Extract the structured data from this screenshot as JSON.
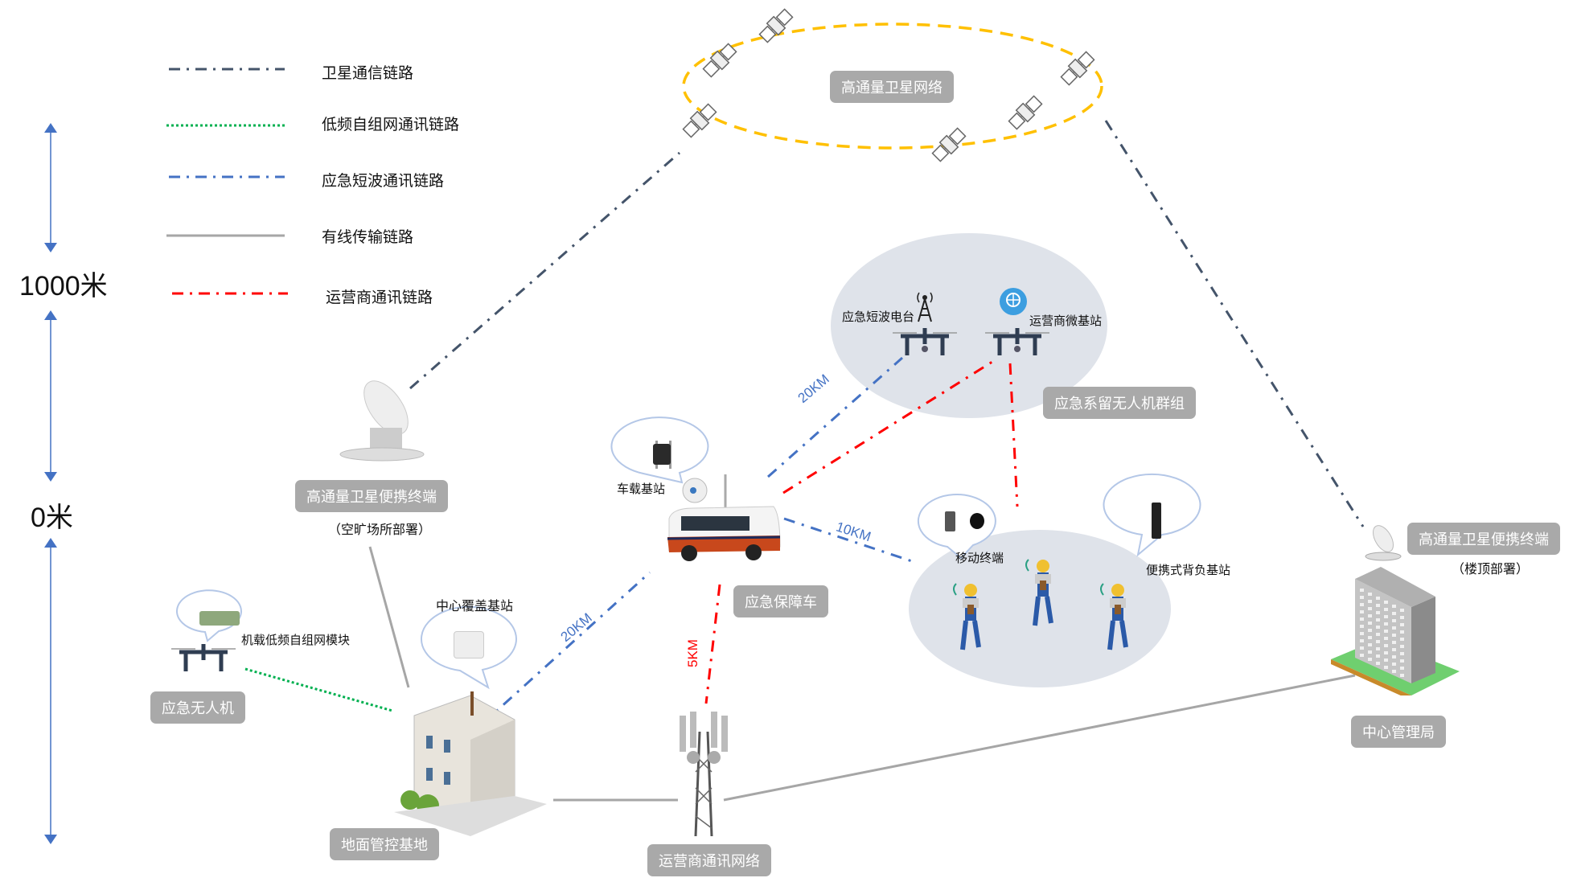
{
  "legend": [
    {
      "label": "卫星通信链路",
      "style": "dash-dot",
      "color": "#44546a"
    },
    {
      "label": "低频自组网通讯链路",
      "style": "dotted",
      "color": "#00b050"
    },
    {
      "label": "应急短波通讯链路",
      "style": "dash-dot",
      "color": "#4472c4"
    },
    {
      "label": "有线传输链路",
      "style": "solid",
      "color": "#a6a6a6"
    },
    {
      "label": "运营商通讯链路",
      "style": "dash-dot",
      "color": "#ff0000"
    }
  ],
  "altitude": {
    "high_label": "1000米",
    "ground_label": "0米",
    "arrow_color": "#4472c4"
  },
  "nodes": {
    "satellite_network": {
      "label": "高通量卫星网络",
      "orbit_color": "#ffc000",
      "satellite_count": 6
    },
    "tethered_drone_group": {
      "label": "应急系留无人机群组",
      "items": [
        "应急短波电台",
        "运营商微基站"
      ]
    },
    "emergency_vehicle": {
      "label": "应急保障车",
      "callout": "车载基站"
    },
    "field_team": {
      "callouts": [
        "移动终端",
        "便携式背负基站"
      ],
      "worker_count": 3
    },
    "portable_sat_open": {
      "label": "高通量卫星便携终端",
      "note": "（空旷场所部署）"
    },
    "portable_sat_roof": {
      "label": "高通量卫星便携终端",
      "note": "（楼顶部署）"
    },
    "emergency_drone": {
      "label": "应急无人机",
      "callout": "机载低频自组网模块"
    },
    "ground_base": {
      "label": "地面管控基地",
      "callout": "中心覆盖基站"
    },
    "carrier_network": {
      "label": "运营商通讯网络"
    },
    "central_bureau": {
      "label": "中心管理局"
    }
  },
  "distances": {
    "vehicle_to_radio": "20KM",
    "vehicle_to_team": "10KM",
    "base_to_vehicle": "20KM",
    "vehicle_to_tower": "5KM"
  },
  "colors": {
    "tag_bg": "#a9a9a9",
    "cluster_bg": "#dfe3ea",
    "bubble_stroke": "#b4c7e7"
  }
}
